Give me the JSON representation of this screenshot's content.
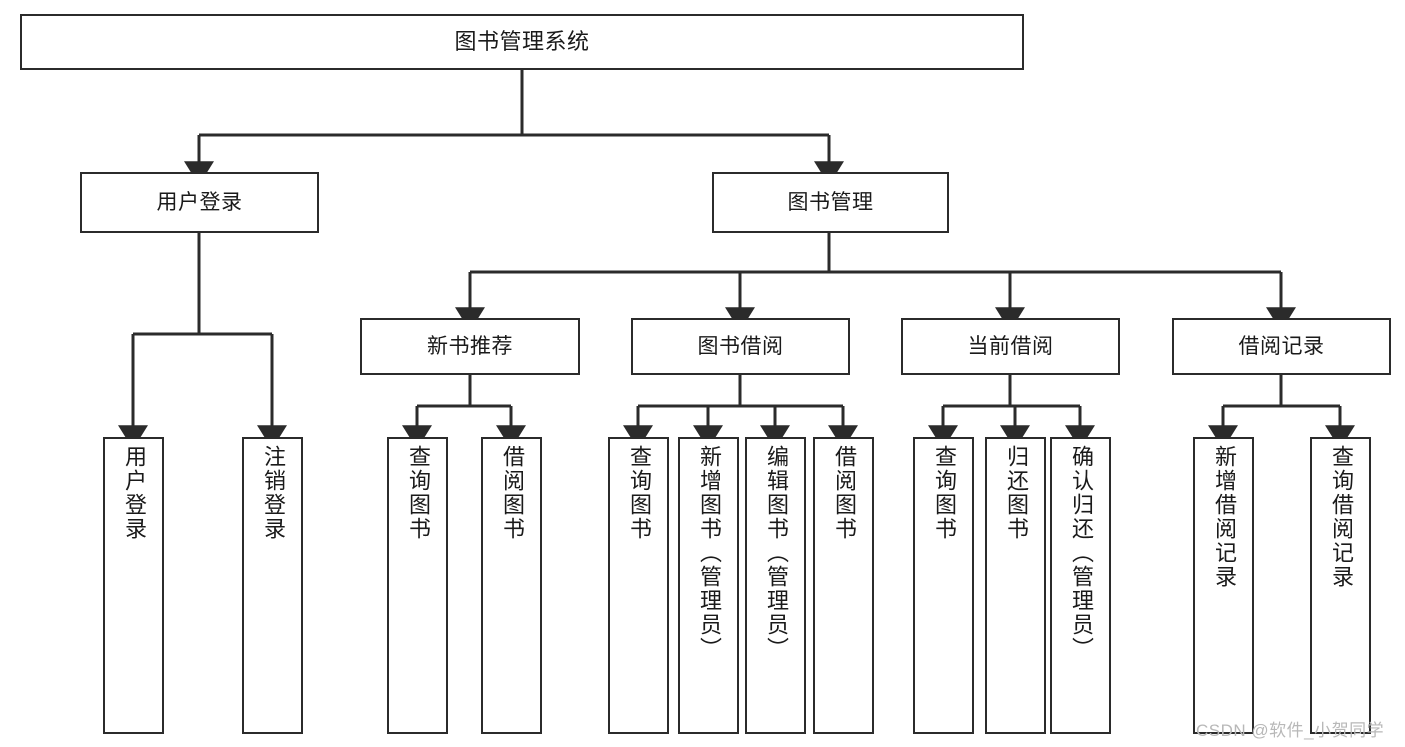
{
  "diagram": {
    "title": "图书管理系统",
    "type": "hierarchy-tree",
    "watermark": "CSDN @软件_小贺同学",
    "colors": {
      "box_border": "#2b2b2b",
      "box_fill": "#ffffff",
      "connector": "#2b2b2b",
      "text": "#1a1a1a",
      "watermark": "#b8b8b8",
      "background": "#ffffff"
    },
    "levels": {
      "root": {
        "label": "图书管理系统"
      },
      "level2": [
        {
          "id": "user-login",
          "label": "用户登录"
        },
        {
          "id": "book-manage",
          "label": "图书管理"
        }
      ],
      "level3": [
        {
          "id": "new-book-recommend",
          "label": "新书推荐",
          "parent": "book-manage"
        },
        {
          "id": "book-borrow",
          "label": "图书借阅",
          "parent": "book-manage"
        },
        {
          "id": "current-borrow",
          "label": "当前借阅",
          "parent": "book-manage"
        },
        {
          "id": "borrow-record",
          "label": "借阅记录",
          "parent": "book-manage"
        }
      ],
      "leaves": [
        {
          "id": "leaf-user-login",
          "label": "用户登录",
          "parent": "user-login"
        },
        {
          "id": "leaf-logout-login",
          "label": "注销登录",
          "parent": "user-login"
        },
        {
          "id": "leaf-query-book-1",
          "label": "查询图书",
          "parent": "new-book-recommend"
        },
        {
          "id": "leaf-borrow-book-1",
          "label": "借阅图书",
          "parent": "new-book-recommend"
        },
        {
          "id": "leaf-query-book-2",
          "label": "查询图书",
          "parent": "book-borrow"
        },
        {
          "id": "leaf-add-book",
          "label": "新增图书（管理员）",
          "parent": "book-borrow"
        },
        {
          "id": "leaf-edit-book",
          "label": "编辑图书（管理员）",
          "parent": "book-borrow"
        },
        {
          "id": "leaf-borrow-book-2",
          "label": "借阅图书",
          "parent": "book-borrow"
        },
        {
          "id": "leaf-query-book-3",
          "label": "查询图书",
          "parent": "current-borrow"
        },
        {
          "id": "leaf-return-book",
          "label": "归还图书",
          "parent": "current-borrow"
        },
        {
          "id": "leaf-confirm-return",
          "label": "确认归还（管理员）",
          "parent": "current-borrow"
        },
        {
          "id": "leaf-add-record",
          "label": "新增借阅记录",
          "parent": "borrow-record"
        },
        {
          "id": "leaf-query-record",
          "label": "查询借阅记录",
          "parent": "borrow-record"
        }
      ]
    }
  }
}
